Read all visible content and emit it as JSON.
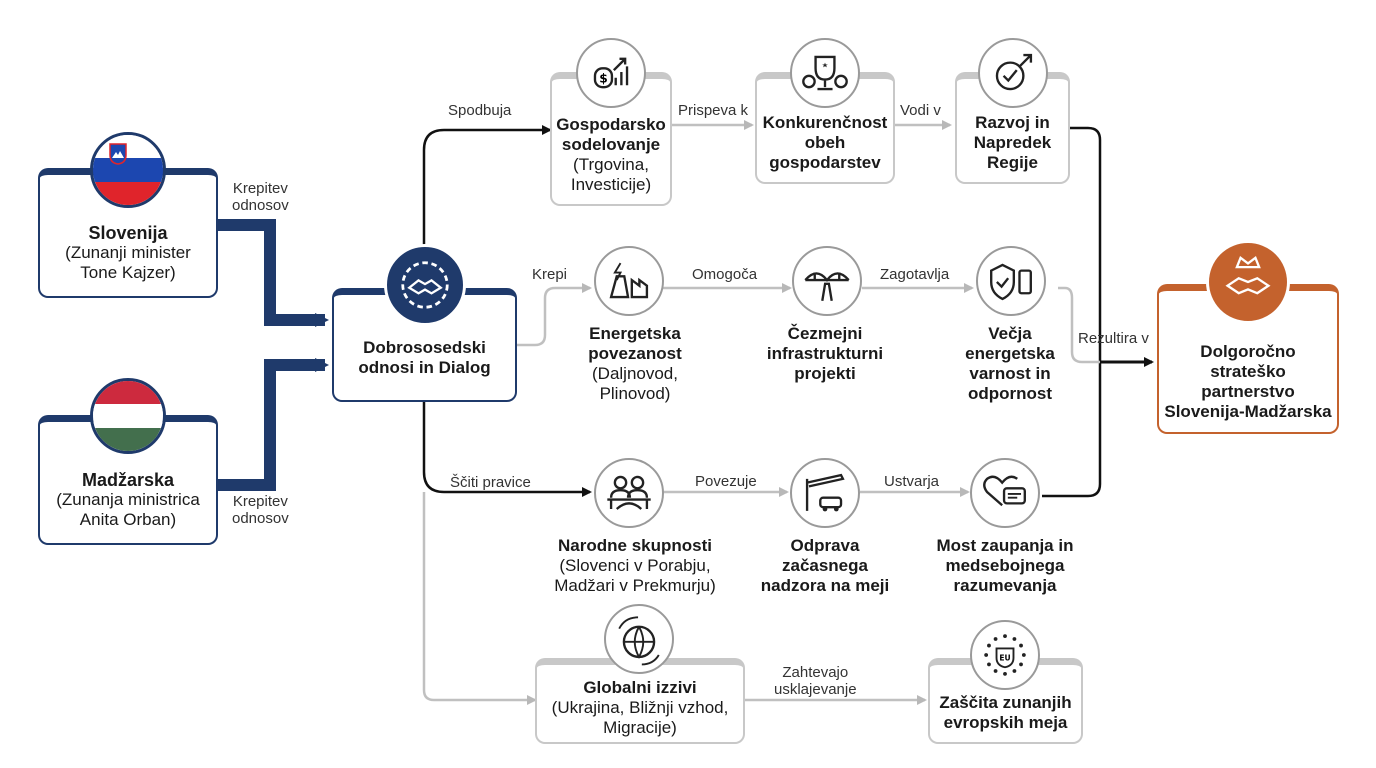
{
  "nodes": {
    "slovenia": {
      "title": "Slovenija",
      "sub": "(Zunanji minister\nTone Kajzer)"
    },
    "hungary": {
      "title": "Madžarska",
      "sub": "(Zunanja ministrica\nAnita Orban)"
    },
    "center": {
      "title": "Dobrososedski\nodnosi in Dialog"
    },
    "gospodarsko": {
      "title": "Gospodarsko\nsodelovanje",
      "sub": "(Trgovina,\nInvesticije)"
    },
    "konkurencnost": {
      "title": "Konkurenčnost\nobeh\ngospodarstev"
    },
    "razvoj": {
      "title": "Razvoj in\nNapredek\nRegije"
    },
    "energetska": {
      "title": "Energetska\npovezanost",
      "sub": "(Daljnovod,\nPlinovod)"
    },
    "cezmejni": {
      "title": "Čezmejni\ninfrastrukturni\nprojekti"
    },
    "varnost": {
      "title": "Večja\nenergetska\nvarnost in\nodpornost"
    },
    "narodne": {
      "title": "Narodne skupnosti",
      "sub": "(Slovenci v Porabju,\nMadžari v Prekmurju)"
    },
    "odprava": {
      "title": "Odprava\nzačasnega\nnadzora na meji"
    },
    "most": {
      "title": "Most zaupanja in\nmedsebojnega\nrazumevanja"
    },
    "globalni": {
      "title": "Globalni izzivi",
      "sub": "(Ukrajina, Bližnji vzhod,\nMigracije)"
    },
    "zascita": {
      "title": "Zaščita zunanjih\nevropskih meja"
    },
    "partnerstvo": {
      "title": "Dolgoročno\nstrateško\npartnerstvo\nSlovenija-Madžarska"
    }
  },
  "edges": {
    "krepitev_1": "Krepitev\nodnosov",
    "krepitev_2": "Krepitev\nodnosov",
    "spodbuja": "Spodbuja",
    "prispeva": "Prispeva k",
    "vodi": "Vodi v",
    "krepi": "Krepi",
    "omogoca": "Omogoča",
    "zagotavlja": "Zagotavlja",
    "sciti": "Ščiti pravice",
    "povezuje": "Povezuje",
    "ustvarja": "Ustvarja",
    "zahtevajo": "Zahtevajo\nusklajevanje",
    "rezultira": "Rezultira v"
  },
  "icons": {
    "gospodarsko": "money-growth-icon",
    "konkurencnost": "trophy-gears-icon",
    "razvoj": "check-arrow-icon",
    "energetska": "power-plant-icon",
    "cezmejni": "bridge-road-icon",
    "varnost": "shield-battery-icon",
    "narodne": "people-bridge-icon",
    "odprava": "border-barrier-icon",
    "most": "chat-heart-icon",
    "globalni": "globe-icon",
    "zascita": "eu-stars-icon",
    "center": "gear-handshake-icon",
    "partnerstvo": "crown-handshake-icon"
  },
  "colors": {
    "navy": "#1f3a6b",
    "orange": "#c4622d",
    "gray": "#c8c8c8",
    "black": "#111111"
  }
}
